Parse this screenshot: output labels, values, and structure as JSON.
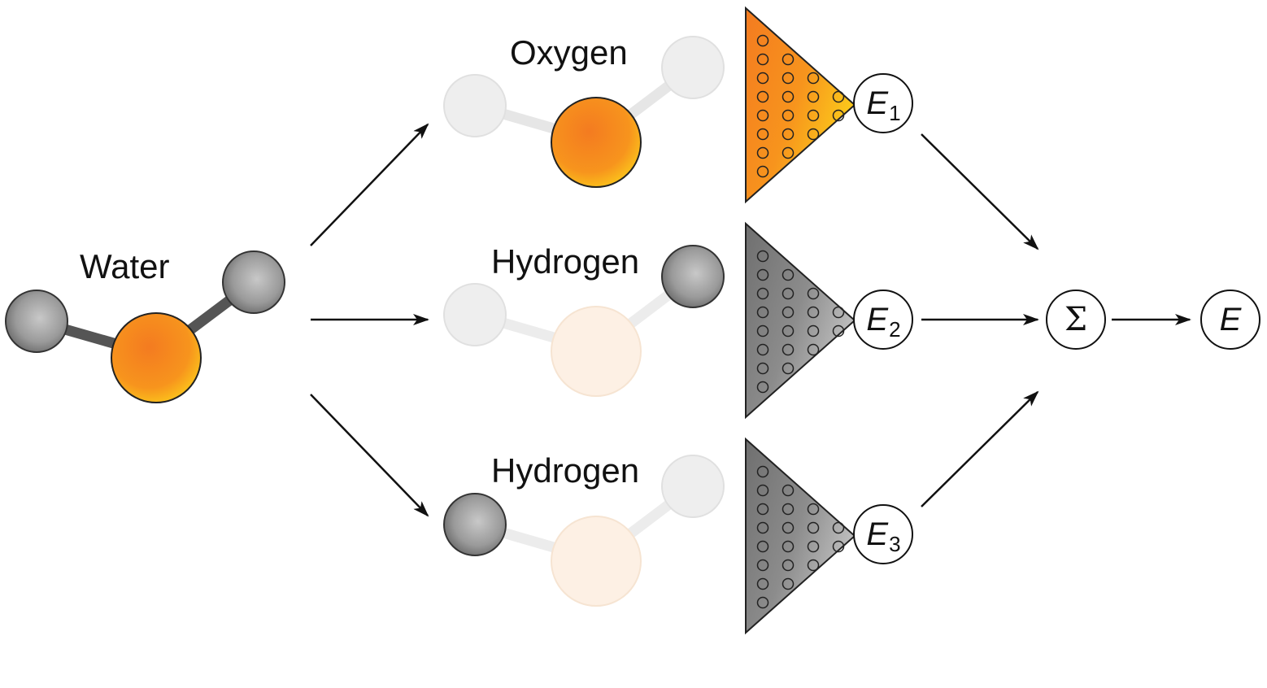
{
  "diagram": {
    "input_label": "Water",
    "branches": [
      {
        "label": "Oxygen",
        "energy_symbol": "E",
        "energy_subscript": "1"
      },
      {
        "label": "Hydrogen",
        "energy_symbol": "E",
        "energy_subscript": "2"
      },
      {
        "label": "Hydrogen",
        "energy_symbol": "E",
        "energy_subscript": "3"
      }
    ],
    "sum_symbol": "Σ",
    "output_symbol": "E"
  },
  "colors": {
    "oxygen": "#f7941d",
    "hydrogen": "#8a8a8a",
    "faded_oxygen": "#fdf0e4",
    "faded_hydrogen": "#eeeeee",
    "network_oxygen": "#f7941d",
    "network_hydrogen": "#8c8c8c",
    "arrow": "#111111"
  }
}
